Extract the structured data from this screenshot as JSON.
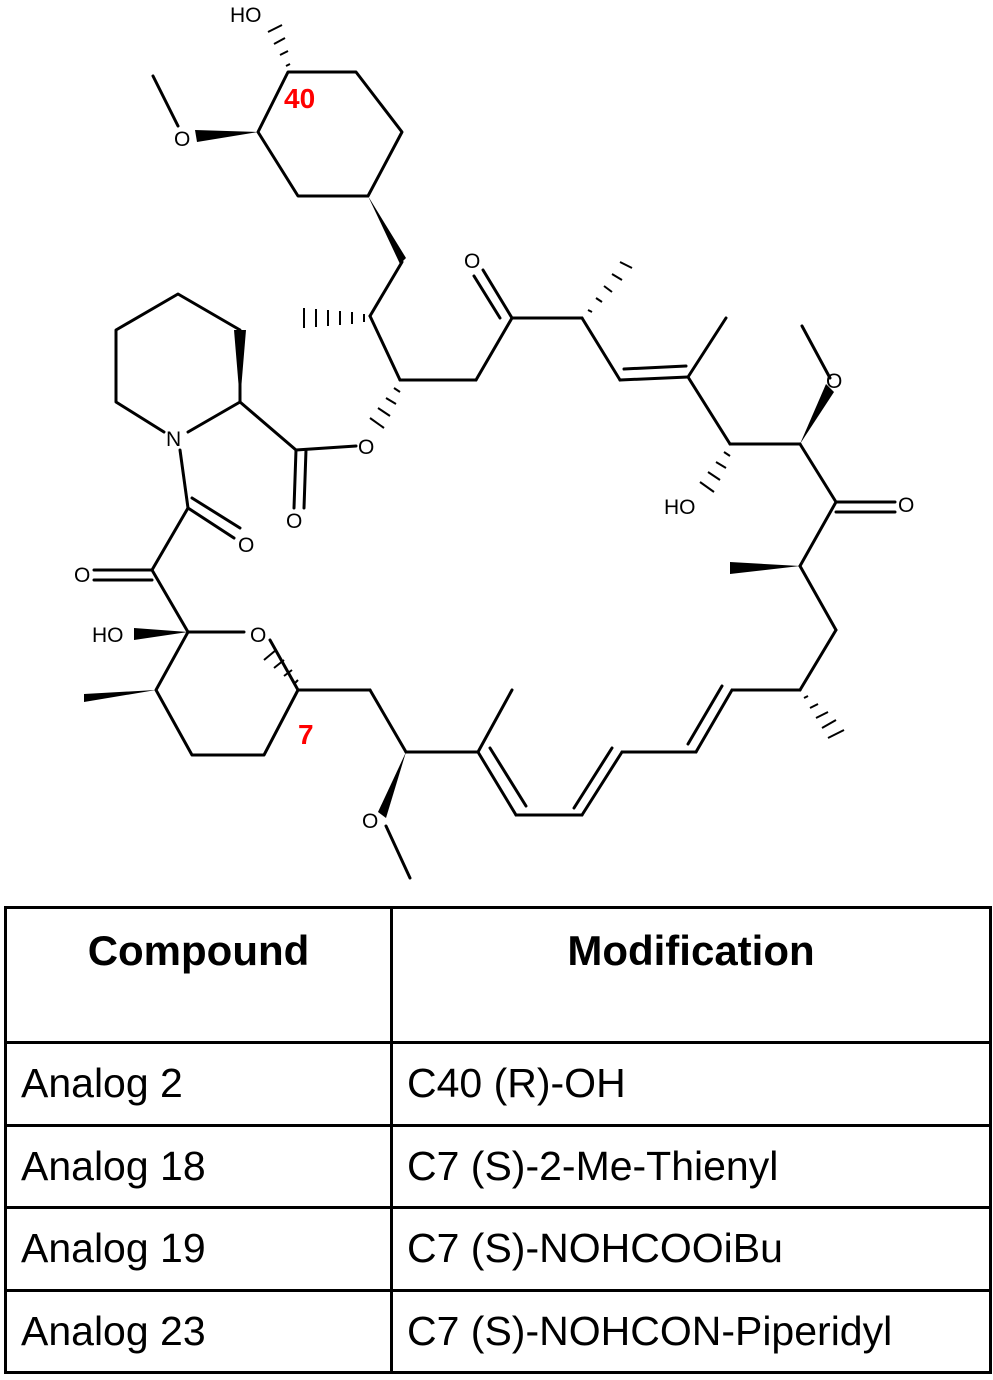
{
  "structure": {
    "atom_labels": {
      "ho_top": "HO",
      "o_methoxy_top": "O",
      "o_ketone_top": "O",
      "o_methoxy_right": "O",
      "n_piperidine": "N",
      "o_ester": "O",
      "o_ester_carbonyl": "O",
      "ho_right": "HO",
      "o_ketone_right": "O",
      "o_amide": "O",
      "o_ketoamide": "O",
      "ho_hemiketal": "HO",
      "o_ring": "O",
      "o_methoxy_bottom": "O"
    },
    "locants": {
      "c40": "40",
      "c7": "7"
    }
  },
  "table": {
    "headers": [
      "Compound",
      "Modification"
    ],
    "rows": [
      {
        "compound": "Analog 2",
        "modification": "C40 (R)-OH"
      },
      {
        "compound": "Analog 18",
        "modification": "C7 (S)-2-Me-Thienyl"
      },
      {
        "compound": "Analog 19",
        "modification": "C7 (S)-NOHCOOiBu"
      },
      {
        "compound": "Analog 23",
        "modification": "C7 (S)-NOHCON-Piperidyl"
      }
    ]
  }
}
